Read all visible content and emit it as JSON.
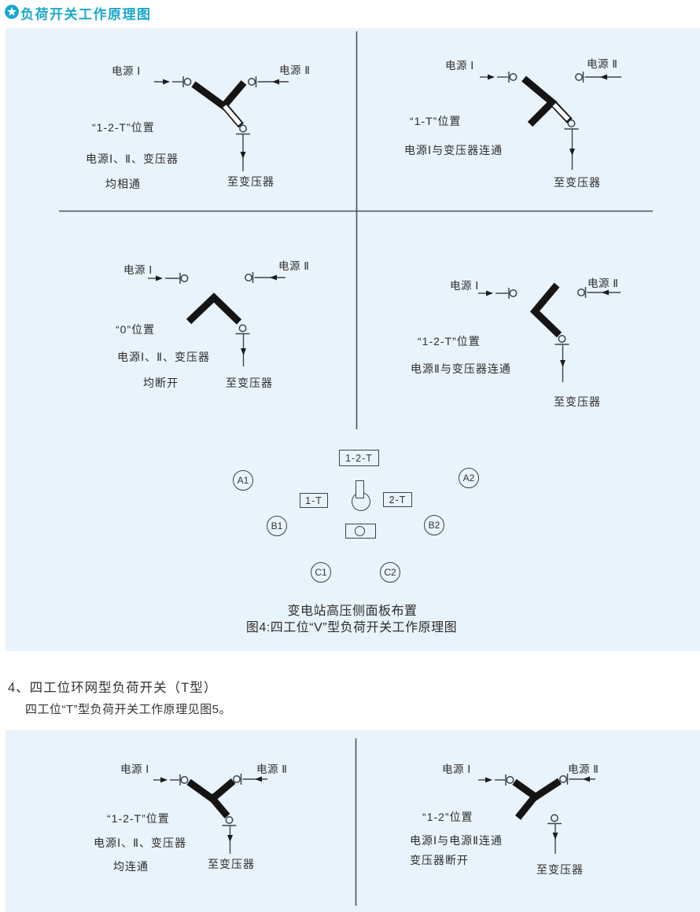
{
  "header": {
    "icon": "star-badge-icon",
    "title": "负荷开关工作原理图"
  },
  "figure4": {
    "quadrants": [
      {
        "source1": "电源 Ⅰ",
        "source2": "电源 Ⅱ",
        "position": "“1-2-T”位置",
        "line1": "电源Ⅰ、Ⅱ、变压器",
        "line2": "均相通",
        "to_transformer": "至变压器"
      },
      {
        "source1": "电源 Ⅰ",
        "source2": "电源 Ⅱ",
        "position": "“1-T”位置",
        "line1": "电源Ⅰ与变压器连通",
        "to_transformer": "至变压器"
      },
      {
        "source1": "电源 Ⅰ",
        "source2": "电源 Ⅱ",
        "position": "“0”位置",
        "line1": "电源Ⅰ、Ⅱ、变压器",
        "line2": "均断开",
        "to_transformer": "至变压器"
      },
      {
        "source1": "电源 Ⅰ",
        "source2": "电源 Ⅱ",
        "position": "“1-2-T”位置",
        "line1": "电源Ⅱ与变压器连通",
        "to_transformer": "至变压器"
      }
    ],
    "panel_board": {
      "top_label": "1-2-T",
      "left_label": "1-T",
      "right_label": "2-T",
      "terminals": {
        "a1": "A1",
        "a2": "A2",
        "b1": "B1",
        "b2": "B2",
        "c1": "C1",
        "c2": "C2"
      },
      "caption1": "变电站高压侧面板布置",
      "caption2": "图4:四工位“V”型负荷开关工作原理图"
    }
  },
  "section4": {
    "heading": "4、四工位环网型负荷开关（T型）",
    "body": "四工位“T”型负荷开关工作原理见图5。"
  },
  "figure5": {
    "panels": [
      {
        "source1": "电源 Ⅰ",
        "source2": "电源 Ⅱ",
        "position": "“1-2-T”位置",
        "line1": "电源Ⅰ、Ⅱ、变压器",
        "line2": "均连通",
        "to_transformer": "至变压器"
      },
      {
        "source1": "电源 Ⅰ",
        "source2": "电源 Ⅱ",
        "position": "“1-2”位置",
        "line1": "电源Ⅰ与电源Ⅱ连通",
        "line2": "变压器断开",
        "to_transformer": "至变压器"
      }
    ]
  },
  "colors": {
    "accent": "#1ba7cc",
    "panel_bg": "#e9f3fb",
    "line": "#3a434c",
    "arm": "#141414"
  }
}
